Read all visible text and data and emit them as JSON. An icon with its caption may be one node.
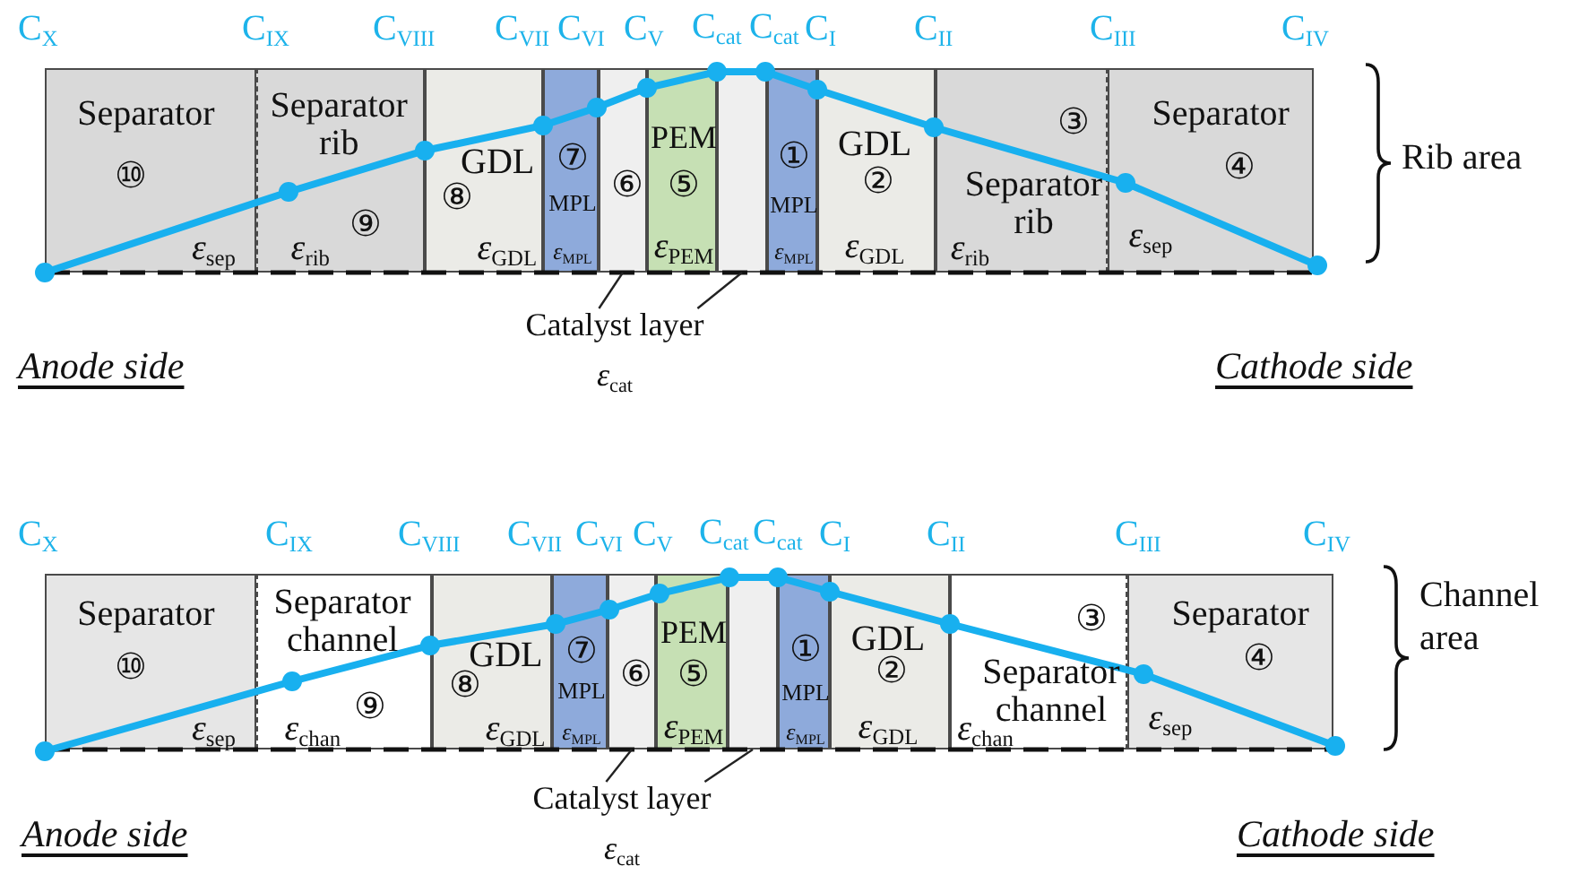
{
  "diagram": {
    "nodes": [
      {
        "text": [
          "Separator",
          "⑩",
          "*ε*$_{sep}$"
        ]
      },
      {
        "text": [
          "Separator rib",
          "⑨",
          "*ε*$_{rib}$"
        ]
      },
      {
        "text": [
          "GDL",
          "⑧",
          "*ε*$_{GDL}$"
        ]
      },
      {
        "text": [
          "⑦",
          "MPL",
          "*ε*$_{MPL}$"
        ]
      },
      {
        "text": [
          "⑥"
        ]
      },
      {
        "text": [
          "PEM",
          "⑤",
          "*ε*$_{PEM}$"
        ]
      },
      {
        "text": [],
        "shape": "box"
      },
      {
        "text": [
          "①",
          "MPL",
          "*ε*$_{MPL}$"
        ]
      },
      {
        "text": [
          "GDL",
          "②",
          "*ε*$_{GDL}$"
        ]
      },
      {
        "text": [
          "③",
          "Separator rib",
          "*ε*$_{rib}$"
        ]
      },
      {
        "text": [
          "Separator",
          "④",
          "*ε*$_{sep}$"
        ]
      },
      {
        "text": [
          "Catalyst layer",
          "*ε*$_{cat}$"
        ]
      },
      {
        "text": [
          "Separator",
          "⑩",
          "*ε*$_{sep}$"
        ]
      },
      {
        "text": [
          "Separator channel",
          "⑨",
          "*ε*$_{chan}$"
        ]
      },
      {
        "text": [
          "GDL",
          "⑧",
          "*ε*$_{GDL}$"
        ]
      },
      {
        "text": [
          "⑦",
          "MPL",
          "*ε*$_{MPL}$"
        ]
      },
      {
        "text": [
          "⑥"
        ]
      },
      {
        "text": [
          "PEM",
          "⑤",
          "*ε*$_{PEM}$"
        ]
      },
      {
        "text": [],
        "shape": "box"
      },
      {
        "text": [
          "①",
          "MPL",
          "*ε*$_{MPL}$"
        ]
      },
      {
        "text": [
          "GDL",
          "②",
          "*ε*$_{GDL}$"
        ]
      },
      {
        "text": [
          "③",
          "Separator channel",
          "*ε*$_{chan}$"
        ]
      },
      {
        "text": [
          "Separator",
          "④",
          "*ε*$_{sep}$"
        ]
      },
      {
        "text": [
          "Catalyst layer",
          "*ε*$_{cat}$"
        ]
      }
    ],
    "edges": [
      {
        "from": 11,
        "to": 4,
        "arrow": "none"
      },
      {
        "from": 11,
        "to": 6,
        "arrow": "none"
      },
      {
        "from": 23,
        "to": 16,
        "arrow": "none"
      },
      {
        "from": 23,
        "to": 18,
        "arrow": "none"
      }
    ],
    "labels": [
      "C$_{X}$",
      "C$_{IX}$",
      "C$_{VIII}$",
      "C$_{VII}$",
      "C$_{VI}$",
      "C$_{V}$",
      "C$_{cat}$",
      "C$_{cat}$",
      "C$_{I}$",
      "C$_{II}$",
      "C$_{III}$",
      "C$_{IV}$",
      "Rib area",
      "Anode side",
      "Cathode side",
      "C$_{X}$",
      "C$_{IX}$",
      "C$_{VIII}$",
      "C$_{VII}$",
      "C$_{VI}$",
      "C$_{V}$",
      "C$_{cat}$",
      "C$_{cat}$",
      "C$_{I}$",
      "C$_{II}$",
      "C$_{III}$",
      "C$_{IV}$",
      "Channel area",
      "Anode side",
      "Cathode side"
    ]
  }
}
